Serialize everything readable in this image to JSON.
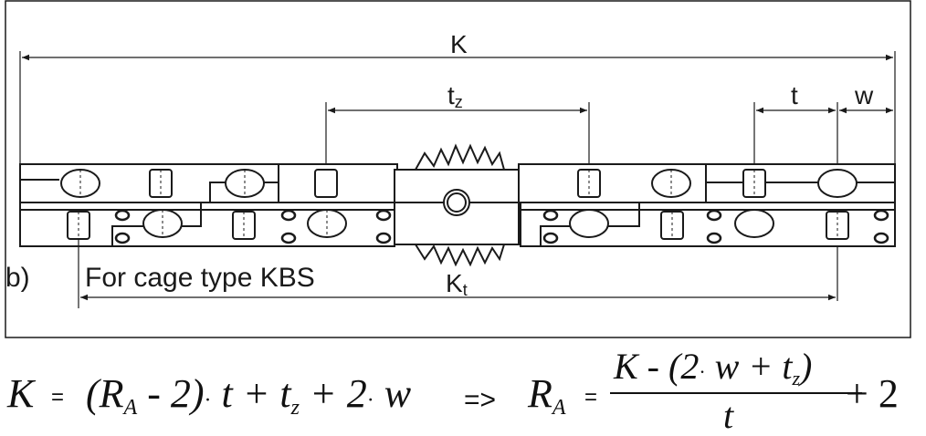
{
  "labels": {
    "K": "K",
    "tz_main": "t",
    "tz_sub": "z",
    "t": "t",
    "w": "w",
    "kt_main": "K",
    "kt_sub": "t",
    "panel": "b)",
    "caption": "For cage type KBS"
  },
  "formula": {
    "lhs": "K",
    "eq1": "=",
    "term_a": "(R",
    "term_a_sub": "A",
    "term_b": " - 2)",
    "dot1": "·",
    "term_c": " t + t",
    "term_c_sub": "z",
    "term_d": " + 2",
    "dot2": "·",
    "term_e": " w",
    "implies": "=>",
    "ra": "R",
    "ra_sub": "A",
    "eq2": "=",
    "num_a": "K - (2",
    "num_dot": "·",
    "num_b": " w + t",
    "num_sub": "z",
    "num_c": ")",
    "den": "t",
    "plus2": "+ 2"
  },
  "colors": {
    "line": "#1a1a1a",
    "background": "#ffffff"
  },
  "icons": [
    "gear-icon",
    "roller-icon",
    "ball-icon",
    "screw-hole-icon"
  ]
}
